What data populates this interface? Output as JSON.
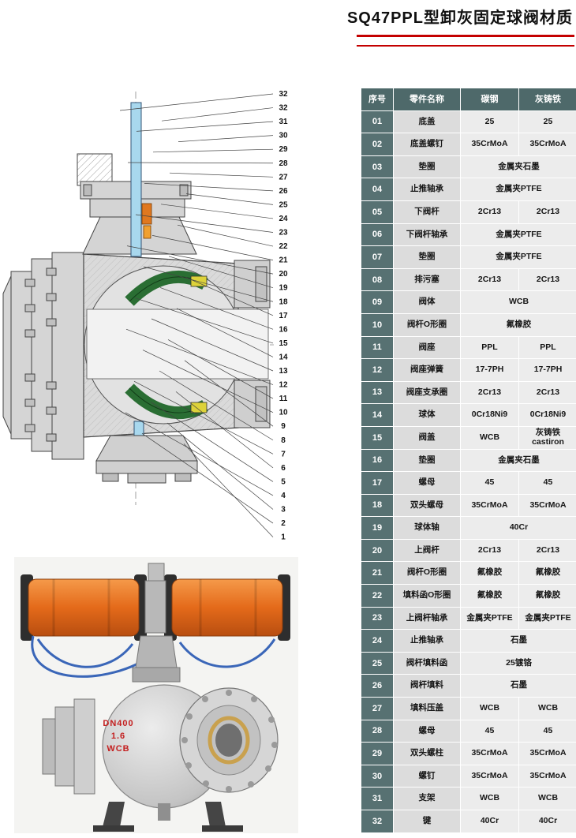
{
  "title": "SQ47PPL型卸灰固定球阀材质",
  "colors": {
    "accent_red": "#c40000",
    "table_header_bg": "#4e696a",
    "row_number_bg": "#577172",
    "seat_green": "#2a6e33",
    "stem_blue": "#a8d8ee",
    "actuator_orange": "#e46a1a"
  },
  "table": {
    "headers": [
      "序号",
      "零件名称",
      "碳钢",
      "灰铸铁"
    ],
    "rows": [
      {
        "no": "01",
        "name": "底盖",
        "span": false,
        "materials": [
          "25",
          "25"
        ]
      },
      {
        "no": "02",
        "name": "底盖螺钉",
        "span": false,
        "materials": [
          "35CrMoA",
          "35CrMoA"
        ]
      },
      {
        "no": "03",
        "name": "垫圈",
        "span": true,
        "materials": [
          "金属夹石墨"
        ]
      },
      {
        "no": "04",
        "name": "止推轴承",
        "span": true,
        "materials": [
          "金属夹PTFE"
        ]
      },
      {
        "no": "05",
        "name": "下阀杆",
        "span": false,
        "materials": [
          "2Cr13",
          "2Cr13"
        ]
      },
      {
        "no": "06",
        "name": "下阀杆轴承",
        "span": true,
        "materials": [
          "金属夹PTFE"
        ]
      },
      {
        "no": "07",
        "name": "垫圈",
        "span": true,
        "materials": [
          "金属夹PTFE"
        ]
      },
      {
        "no": "08",
        "name": "排污塞",
        "span": false,
        "materials": [
          "2Cr13",
          "2Cr13"
        ]
      },
      {
        "no": "09",
        "name": "阀体",
        "span": true,
        "materials": [
          "WCB"
        ]
      },
      {
        "no": "10",
        "name": "阀杆O形圈",
        "span": true,
        "materials": [
          "氟橡胶"
        ]
      },
      {
        "no": "11",
        "name": "阀座",
        "span": false,
        "materials": [
          "PPL",
          "PPL"
        ]
      },
      {
        "no": "12",
        "name": "阀座弹簧",
        "span": false,
        "materials": [
          "17-7PH",
          "17-7PH"
        ]
      },
      {
        "no": "13",
        "name": "阀座支承圈",
        "span": false,
        "materials": [
          "2Cr13",
          "2Cr13"
        ]
      },
      {
        "no": "14",
        "name": "球体",
        "span": false,
        "materials": [
          "0Cr18Ni9",
          "0Cr18Ni9"
        ]
      },
      {
        "no": "15",
        "name": "阀盖",
        "span": false,
        "materials": [
          "WCB",
          "灰铸铁\ncastiron"
        ]
      },
      {
        "no": "16",
        "name": "垫圈",
        "span": true,
        "materials": [
          "金属夹石墨"
        ]
      },
      {
        "no": "17",
        "name": "螺母",
        "span": false,
        "materials": [
          "45",
          "45"
        ]
      },
      {
        "no": "18",
        "name": "双头螺母",
        "span": false,
        "materials": [
          "35CrMoA",
          "35CrMoA"
        ]
      },
      {
        "no": "19",
        "name": "球体轴",
        "span": true,
        "materials": [
          "40Cr"
        ]
      },
      {
        "no": "20",
        "name": "上阀杆",
        "span": false,
        "materials": [
          "2Cr13",
          "2Cr13"
        ]
      },
      {
        "no": "21",
        "name": "阀杆O形圈",
        "span": false,
        "materials": [
          "氟橡胶",
          "氟橡胶"
        ]
      },
      {
        "no": "22",
        "name": "填料函O形圈",
        "span": false,
        "materials": [
          "氟橡胶",
          "氟橡胶"
        ]
      },
      {
        "no": "23",
        "name": "上阀杆轴承",
        "span": false,
        "materials": [
          "金属夹PTFE",
          "金属夹PTFE"
        ]
      },
      {
        "no": "24",
        "name": "止推轴承",
        "span": true,
        "materials": [
          "石墨"
        ]
      },
      {
        "no": "25",
        "name": "阀杆填料函",
        "span": true,
        "materials": [
          "25镀铬"
        ]
      },
      {
        "no": "26",
        "name": "阀杆填料",
        "span": true,
        "materials": [
          "石墨"
        ]
      },
      {
        "no": "27",
        "name": "填料压盖",
        "span": false,
        "materials": [
          "WCB",
          "WCB"
        ]
      },
      {
        "no": "28",
        "name": "螺母",
        "span": false,
        "materials": [
          "45",
          "45"
        ]
      },
      {
        "no": "29",
        "name": "双头螺柱",
        "span": false,
        "materials": [
          "35CrMoA",
          "35CrMoA"
        ]
      },
      {
        "no": "30",
        "name": "螺钉",
        "span": false,
        "materials": [
          "35CrMoA",
          "35CrMoA"
        ]
      },
      {
        "no": "31",
        "name": "支架",
        "span": false,
        "materials": [
          "WCB",
          "WCB"
        ]
      },
      {
        "no": "32",
        "name": "键",
        "span": false,
        "materials": [
          "40Cr",
          "40Cr"
        ]
      }
    ]
  },
  "drawing": {
    "callouts": [
      "32",
      "32",
      "31",
      "30",
      "29",
      "28",
      "27",
      "26",
      "25",
      "24",
      "23",
      "22",
      "21",
      "20",
      "19",
      "18",
      "17",
      "16",
      "15",
      "14",
      "13",
      "12",
      "11",
      "10",
      "9",
      "8",
      "7",
      "6",
      "5",
      "4",
      "3",
      "2",
      "1"
    ]
  },
  "photo": {
    "marking": {
      "line1": "DN400",
      "line2": "1.6",
      "line3": "WCB"
    }
  }
}
